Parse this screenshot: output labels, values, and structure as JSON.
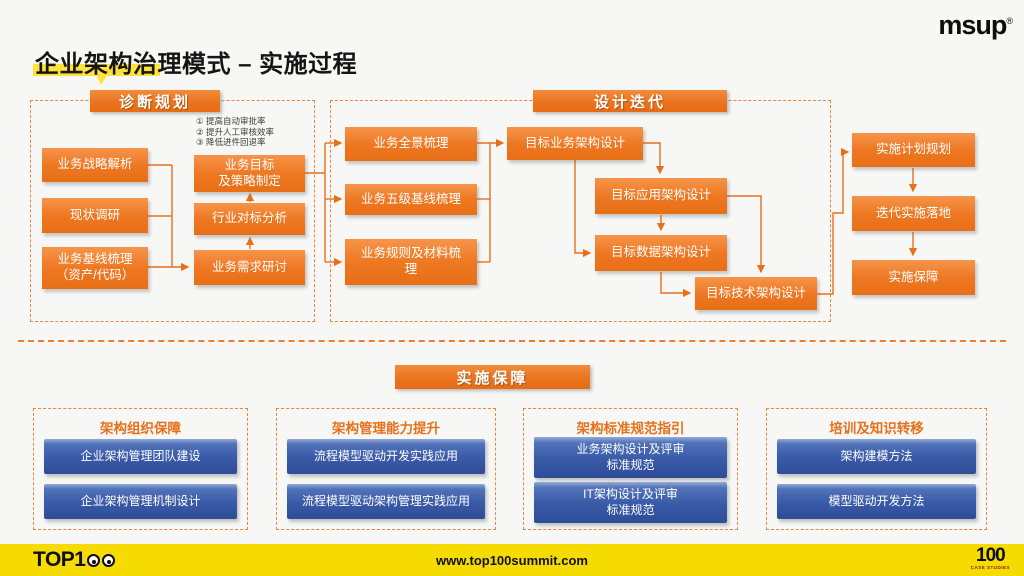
{
  "brand": {
    "logo": "msup",
    "reg": "®"
  },
  "title": "企业架构治理模式 – 实施过程",
  "diagnosis": {
    "header": "诊断规划",
    "notes": [
      "① 提高自动审批率",
      "② 提升人工审核效率",
      "③ 降低进件回退率"
    ],
    "left_boxes": [
      {
        "label": "业务战略解析"
      },
      {
        "label": "现状调研"
      },
      {
        "label": "业务基线梳理\n（资产/代码）"
      }
    ],
    "right_boxes": [
      {
        "label": "业务目标\n及策略制定"
      },
      {
        "label": "行业对标分析"
      },
      {
        "label": "业务需求研讨"
      }
    ]
  },
  "design": {
    "header": "设计迭代",
    "left_boxes": [
      {
        "label": "业务全景梳理"
      },
      {
        "label": "业务五级基线梳理"
      },
      {
        "label": "业务规则及材料梳\n理"
      }
    ],
    "arch_boxes": [
      {
        "label": "目标业务架构设计"
      },
      {
        "label": "目标应用架构设计"
      },
      {
        "label": "目标数据架构设计"
      },
      {
        "label": "目标技术架构设计"
      }
    ]
  },
  "implementation": {
    "boxes": [
      {
        "label": "实施计划规划"
      },
      {
        "label": "迭代实施落地"
      },
      {
        "label": "实施保障"
      }
    ]
  },
  "guarantee": {
    "header": "实施保障",
    "groups": [
      {
        "title": "架构组织保障",
        "items": [
          "企业架构管理团队建设",
          "企业架构管理机制设计"
        ]
      },
      {
        "title": "架构管理能力提升",
        "items": [
          "流程模型驱动开发实践应用",
          "流程模型驱动架构管理实践应用"
        ]
      },
      {
        "title": "架构标准规范指引",
        "items": [
          "业务架构设计及评审\n标准规范",
          "IT架构设计及评审\n标准规范"
        ]
      },
      {
        "title": "培训及知识转移",
        "items": [
          "架构建模方法",
          "模型驱动开发方法"
        ]
      }
    ]
  },
  "footer": {
    "logo_text": "TOP1",
    "url": "www.top100summit.com",
    "badge_number": "100",
    "badge_caption": "CASE STUDIES"
  },
  "colors": {
    "accent": "#ED7320",
    "blue": "#3A5CA9",
    "yellow": "#F6DB00",
    "highlight": "#FFE23B"
  }
}
